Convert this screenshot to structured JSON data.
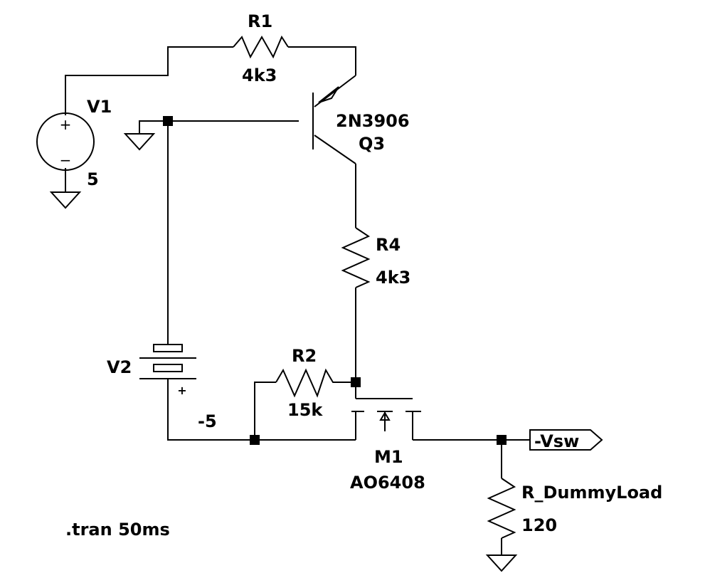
{
  "components": {
    "v1": {
      "name": "V1",
      "value": "5",
      "plus": "+",
      "minus": "−"
    },
    "v2": {
      "name": "V2",
      "value": "-5",
      "plus": "+"
    },
    "r1": {
      "name": "R1",
      "value": "4k3"
    },
    "r2": {
      "name": "R2",
      "value": "15k"
    },
    "r4": {
      "name": "R4",
      "value": "4k3"
    },
    "q3": {
      "name": "Q3",
      "model": "2N3906"
    },
    "m1": {
      "name": "M1",
      "model": "AO6408"
    },
    "r_load": {
      "name": "R_DummyLoad",
      "value": "120"
    }
  },
  "net_labels": {
    "vsw": "-Vsw"
  },
  "directive": ".tran 50ms"
}
